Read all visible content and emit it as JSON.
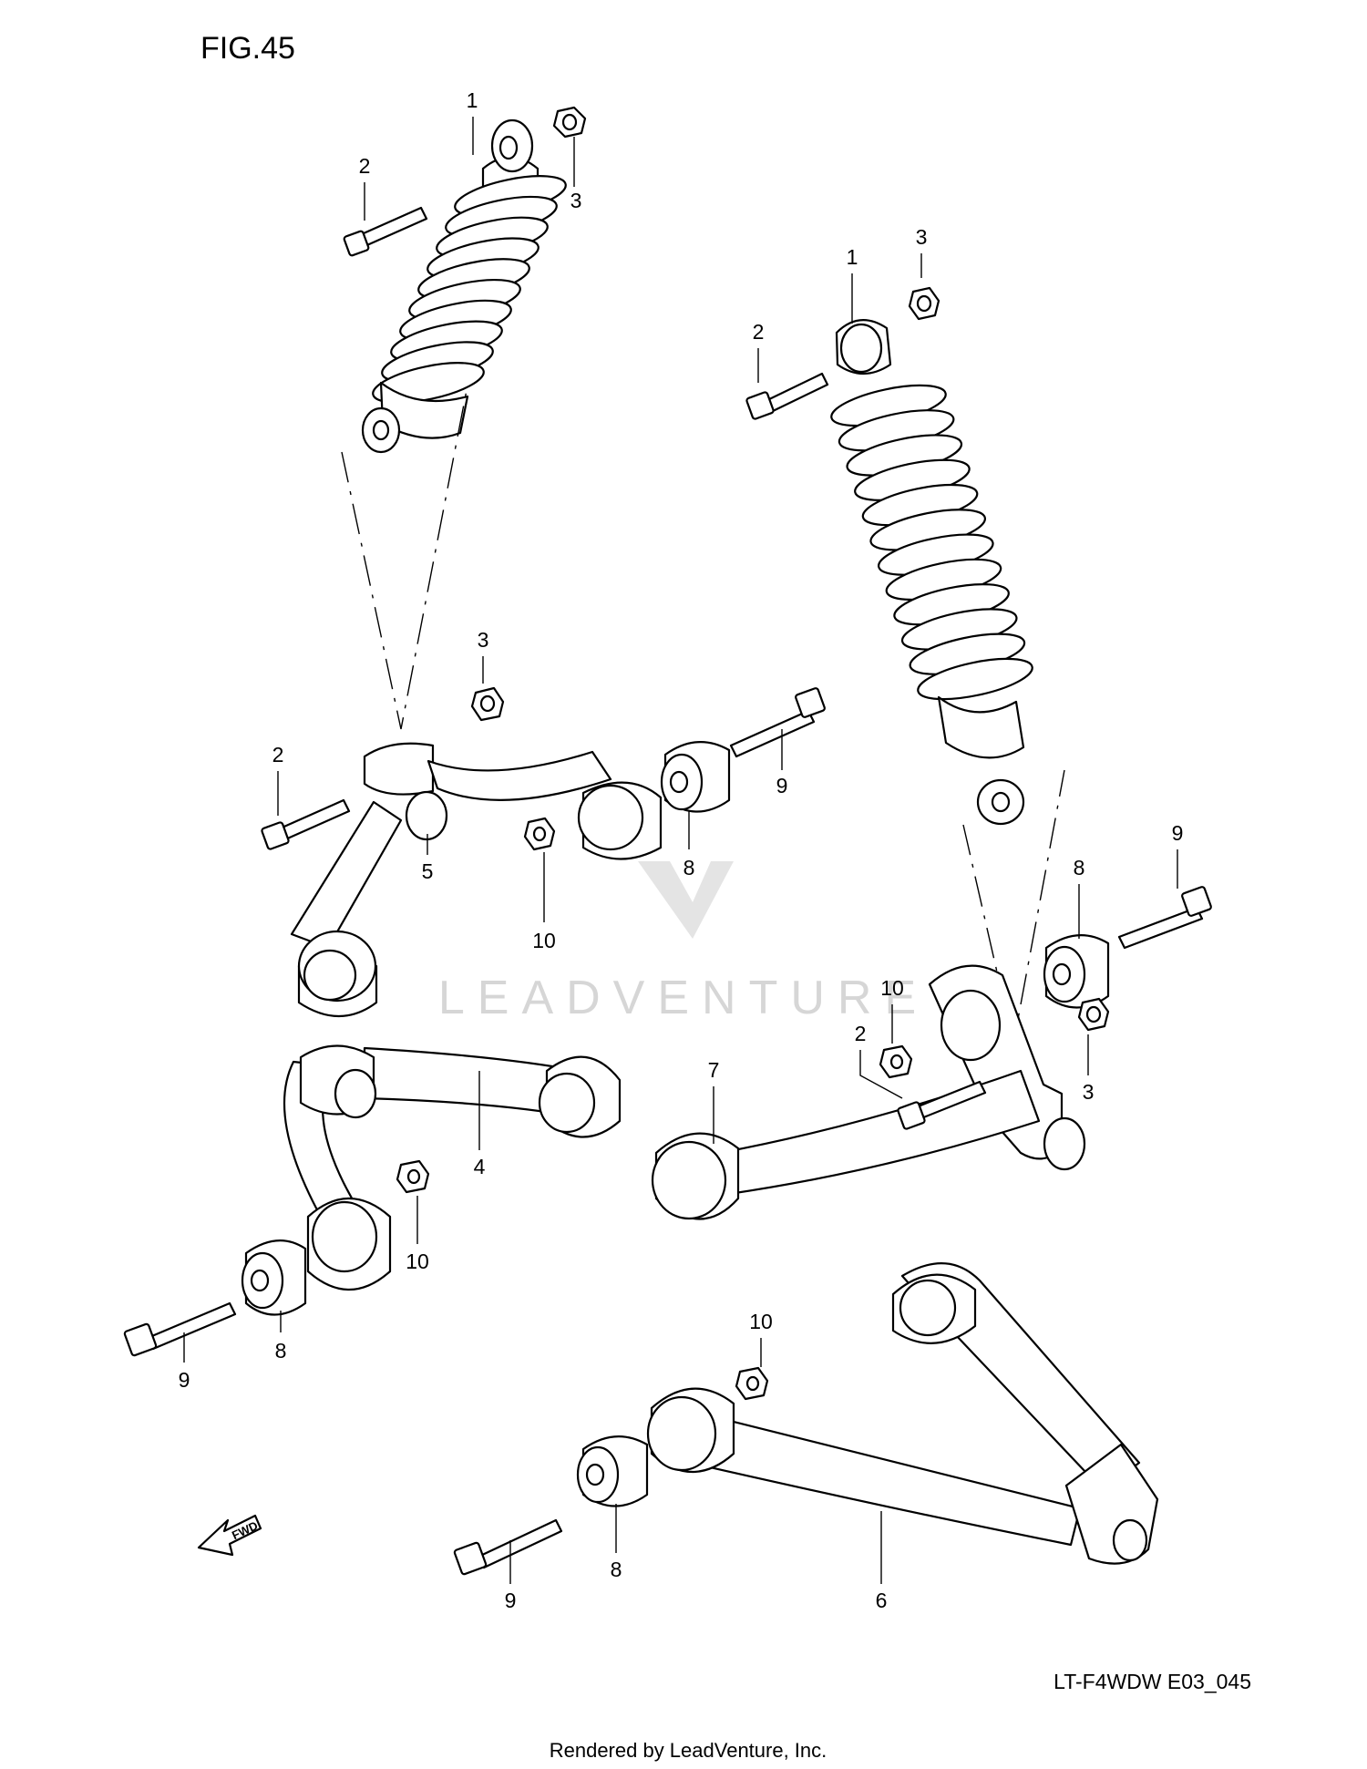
{
  "figure": {
    "title": "FIG.45",
    "code": "LT-F4WDW E03_045",
    "rendered_by": "Rendered by LeadVenture, Inc.",
    "watermark": "LEADVENTURE",
    "fwd_label": "FWD"
  },
  "callouts": [
    {
      "id": "c1a",
      "label": "1"
    },
    {
      "id": "c2a",
      "label": "2"
    },
    {
      "id": "c3a",
      "label": "3"
    },
    {
      "id": "c1b",
      "label": "1"
    },
    {
      "id": "c2b",
      "label": "2"
    },
    {
      "id": "c3b",
      "label": "3"
    },
    {
      "id": "c3c",
      "label": "3"
    },
    {
      "id": "c2c",
      "label": "2"
    },
    {
      "id": "c9a",
      "label": "9"
    },
    {
      "id": "c8a",
      "label": "8"
    },
    {
      "id": "c5",
      "label": "5"
    },
    {
      "id": "c10a",
      "label": "10"
    },
    {
      "id": "c9b",
      "label": "9"
    },
    {
      "id": "c8b",
      "label": "8"
    },
    {
      "id": "c10b",
      "label": "10"
    },
    {
      "id": "c2d",
      "label": "2"
    },
    {
      "id": "c3d",
      "label": "3"
    },
    {
      "id": "c7",
      "label": "7"
    },
    {
      "id": "c4",
      "label": "4"
    },
    {
      "id": "c10c",
      "label": "10"
    },
    {
      "id": "c8c",
      "label": "8"
    },
    {
      "id": "c9c",
      "label": "9"
    },
    {
      "id": "c10d",
      "label": "10"
    },
    {
      "id": "c8d",
      "label": "8"
    },
    {
      "id": "c9d",
      "label": "9"
    },
    {
      "id": "c6",
      "label": "6"
    }
  ]
}
